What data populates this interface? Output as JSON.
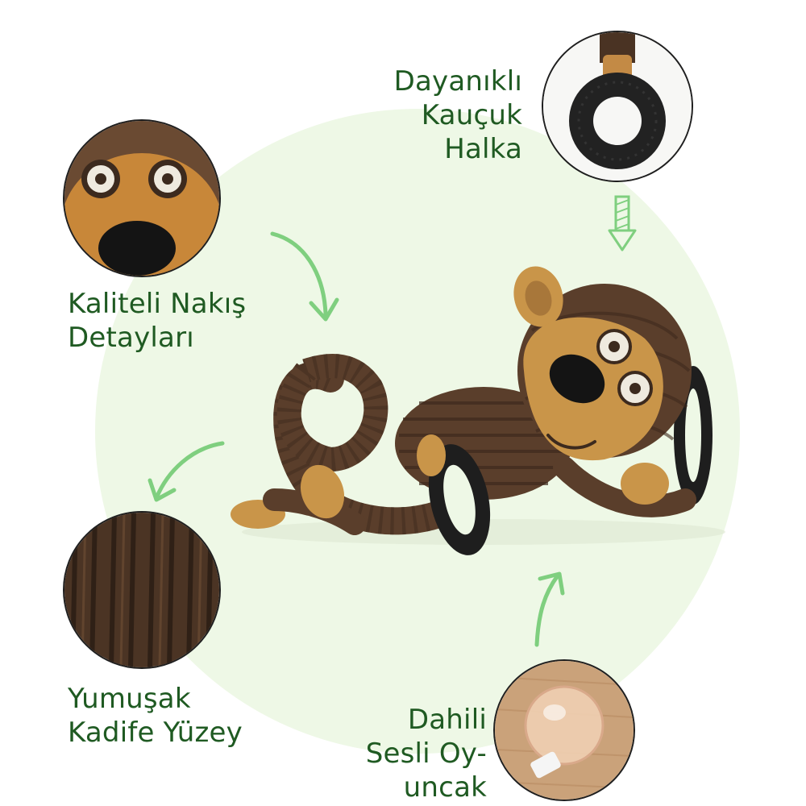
{
  "features": {
    "ring": {
      "line1": "Dayanıklı",
      "line2": "Kauçuk Halka",
      "icon": "rubber-ring-icon"
    },
    "embroidery": {
      "line1": "Kaliteli Nakış",
      "line2": "Detayları",
      "icon": "embroidered-face-icon"
    },
    "velvet": {
      "line1": "Yumuşak",
      "line2": "Kadife Yüzey",
      "icon": "corduroy-texture-icon"
    },
    "squeaker": {
      "line1": "Dahili",
      "line2": "Sesli Oy-",
      "line3": "uncak",
      "icon": "squeaker-icon"
    }
  },
  "colors": {
    "label": "#1f5a22",
    "arrow": "#7fcf7f",
    "background_circle": "#eef8e6",
    "fur_brown": "#5a3e2b",
    "face_tan": "#c99549",
    "rubber": "#1e1e1e"
  }
}
